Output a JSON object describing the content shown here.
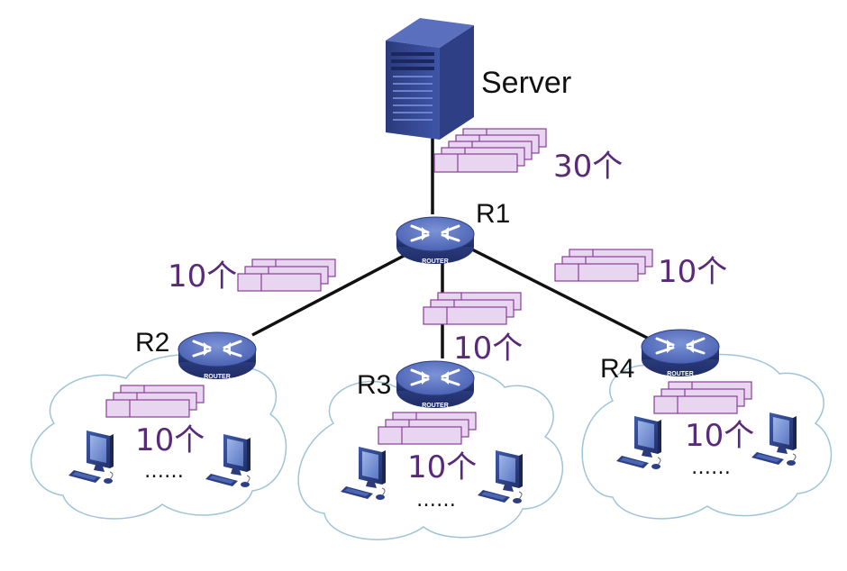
{
  "nodes": {
    "server": {
      "label": "Server"
    },
    "r1": {
      "label": "R1",
      "badge": "ROUTER"
    },
    "r2": {
      "label": "R2",
      "badge": "ROUTER"
    },
    "r3": {
      "label": "R3",
      "badge": "ROUTER"
    },
    "r4": {
      "label": "R4",
      "badge": "ROUTER"
    }
  },
  "counts": {
    "server_r1": "30个",
    "r1_r2": "10个",
    "r1_r3": "10个",
    "r1_r4": "10个",
    "lan_r2": "10个",
    "lan_r3": "10个",
    "lan_r4": "10个"
  },
  "ellipsis": "……",
  "colors": {
    "router_body": "#3b4fa0",
    "router_top": "#5f78c4",
    "packet_fill": "#e8d6f0",
    "packet_stroke": "#8a3c9a",
    "count_text": "#5a2a7a",
    "cloud_stroke": "#9fc4d8",
    "link": "#111111"
  }
}
